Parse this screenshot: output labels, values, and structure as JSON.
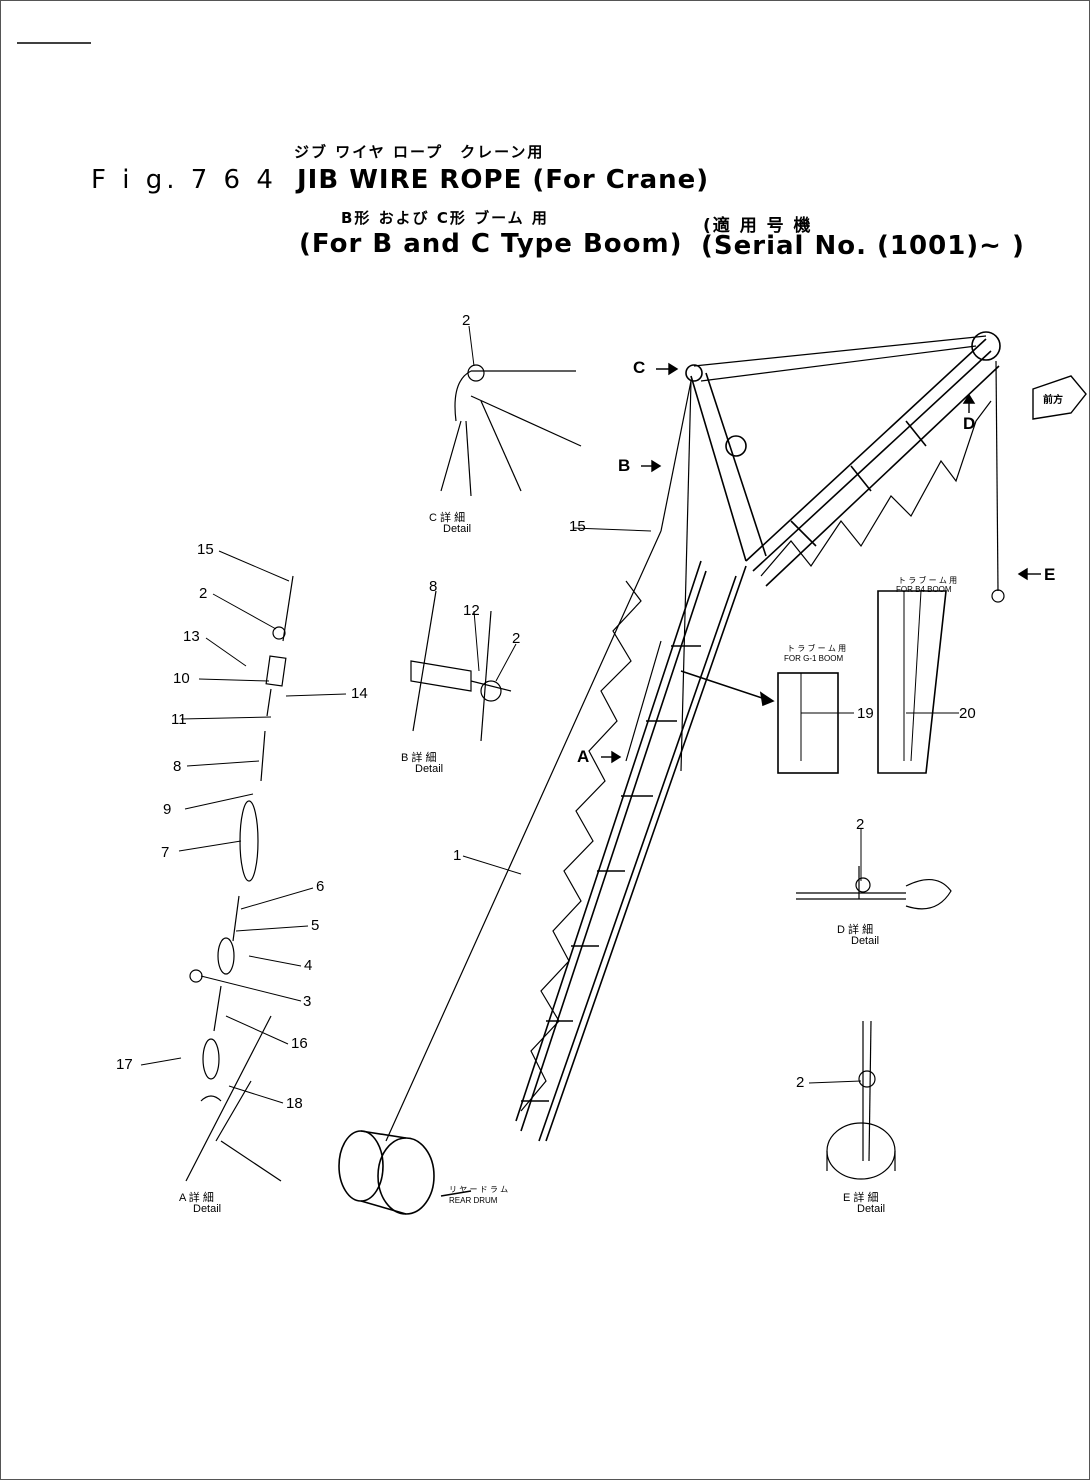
{
  "figure": {
    "jp_title": "ジブ ワイヤ ロープ　クレーン用",
    "fig_no": "F i g. 7 6 4",
    "title": "JIB WIRE ROPE (For Crane)",
    "jp_subtitle": "B形 および C形 ブーム 用",
    "subtitle": "(For B and C Type Boom)",
    "jp_serial": "(適 用 号 機",
    "serial": "(Serial No. (1001)~ )"
  },
  "detail_labels": {
    "jp": "詳 細",
    "en": "Detail",
    "c_top": "C",
    "b": "B",
    "a": "A",
    "d": "D",
    "e": "E"
  },
  "view_markers": [
    "C",
    "B",
    "A",
    "D",
    "E"
  ],
  "boom_boxes": {
    "box19_jp": "ト ラ ブ ー ム 用",
    "box19_en": "FOR G-1 BOOM",
    "box20_jp": "ト ラ ブ ー ム 用",
    "box20_en": "FOR B4 BOOM"
  },
  "drum_label_jp": "リ ヤ ー ド ラ ム",
  "drum_label_en": "REAR DRUM",
  "arrow_box": "前方",
  "part_numbers": {
    "p15a": "15",
    "p2a": "2",
    "p13": "13",
    "p10": "10",
    "p11": "11",
    "p14": "14",
    "p8a": "8",
    "p9": "9",
    "p7": "7",
    "p6": "6",
    "p5": "5",
    "p4": "4",
    "p3": "3",
    "p16": "16",
    "p17": "17",
    "p18": "18",
    "p2top": "2",
    "p8b": "8",
    "p12": "12",
    "p2b": "2",
    "p15b": "15",
    "p1": "1",
    "p19": "19",
    "p20": "20",
    "p2d": "2",
    "p2e": "2"
  }
}
